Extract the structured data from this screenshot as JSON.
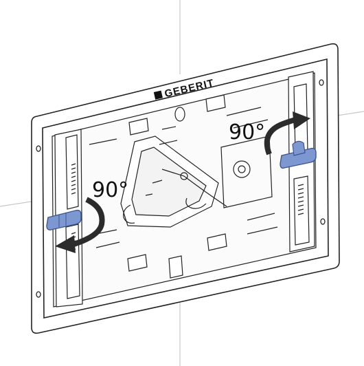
{
  "brand": {
    "name": "GEBERIT"
  },
  "annotations": [
    {
      "label": "90°",
      "direction": "counter-clockwise"
    },
    {
      "label": "90°",
      "direction": "clockwise"
    }
  ],
  "colors": {
    "lever": "#7d97d0",
    "lever_dark": "#3d5490",
    "outline": "#222222",
    "wall_lines": "#c8c8c8",
    "arrow": "#2b2b2b"
  },
  "icons": {
    "brand_mark": "geberit-logo-square",
    "rotation_arrow": "curved-arrow-icon"
  }
}
